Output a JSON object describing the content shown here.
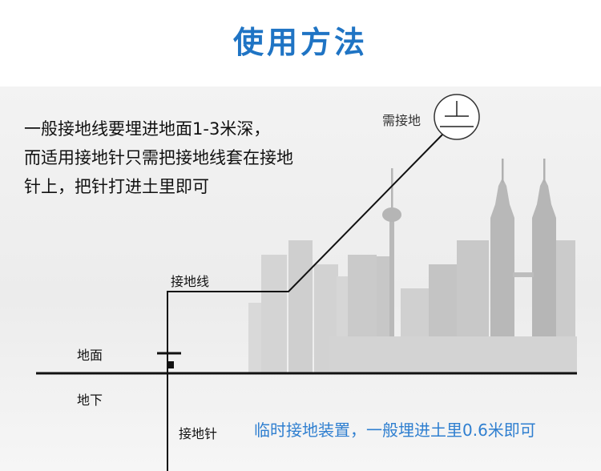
{
  "title": "使用方法",
  "description": [
    "一般接地线要埋进地面1-3米深，",
    "而适用接地针只需把接地线套在接地",
    "针上，把针打进土里即可"
  ],
  "labels": {
    "need_ground": "需接地",
    "ground_wire": "接地线",
    "ground_surface": "地面",
    "underground": "地下",
    "ground_pin": "接地针"
  },
  "note": "临时接地装置，一般埋进土里0.6米即可",
  "colors": {
    "title": "#1f74c4",
    "note": "#2f7fd0",
    "line": "#111111",
    "skyline": "#c9c9c9"
  },
  "icons": {
    "ground_symbol": "earth-ground-icon"
  }
}
